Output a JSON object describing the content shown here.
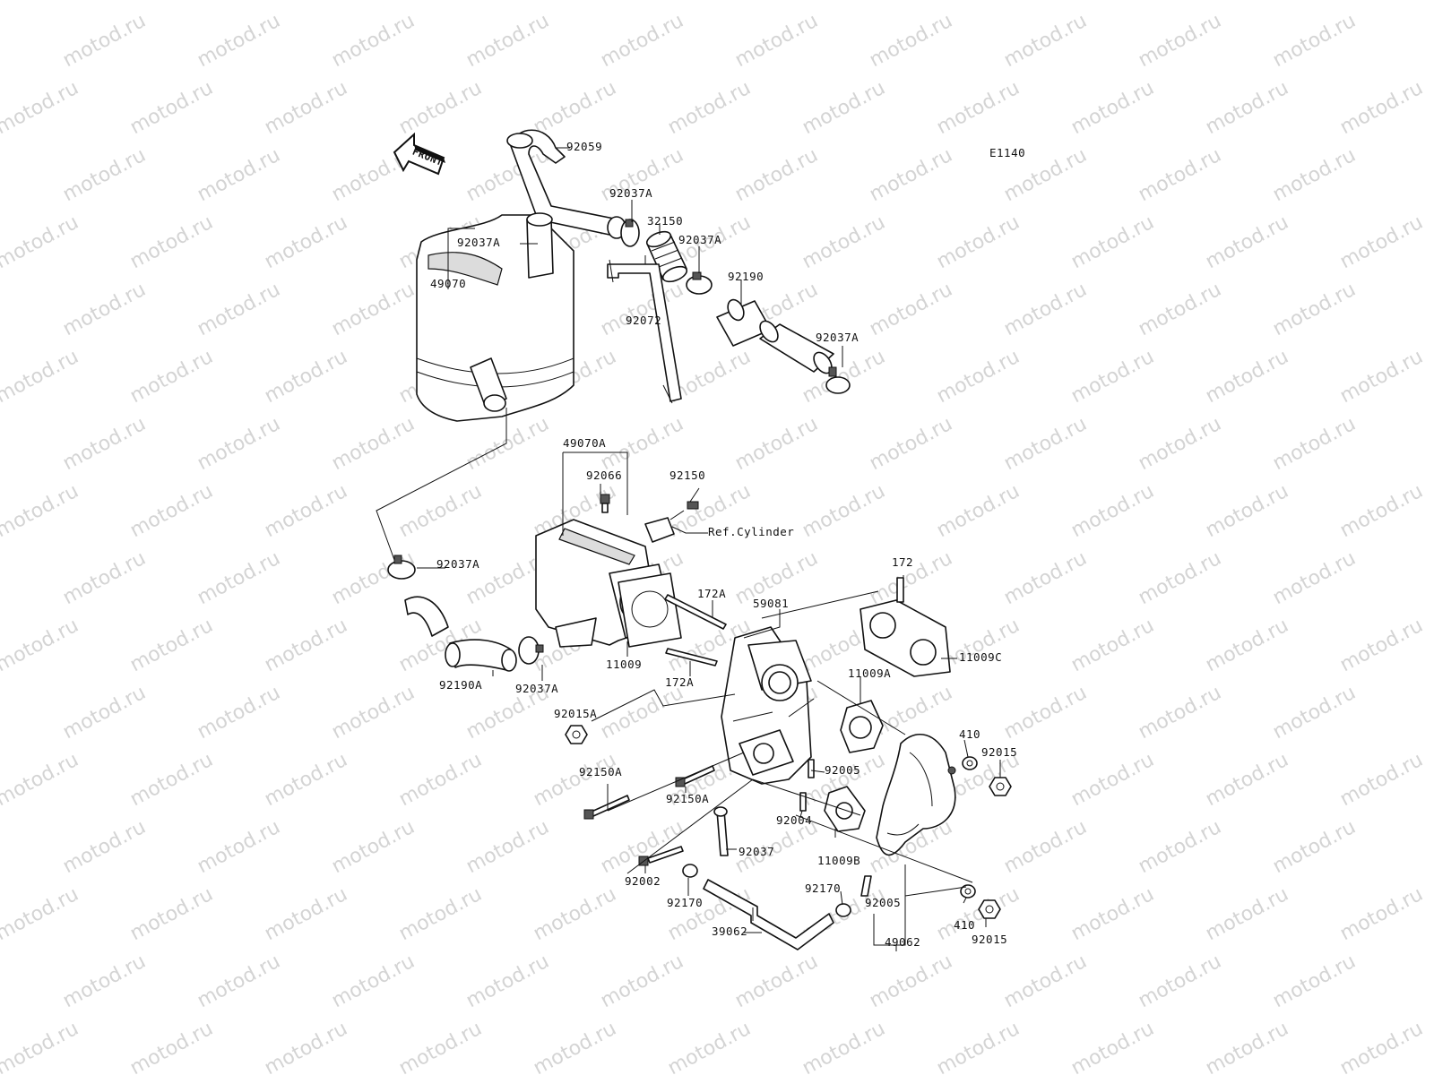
{
  "diagram_code": "E1140",
  "front_label": "FRONT",
  "watermark": "motod.ru",
  "labels": {
    "p92059": "92059",
    "p92037A_1": "92037A",
    "p32150": "32150",
    "p92037A_2": "92037A",
    "p92037A_left": "92037A",
    "p92190": "92190",
    "p49070": "49070",
    "p92072": "92072",
    "p92037A_3": "92037A",
    "p49070A": "49070A",
    "p92066": "92066",
    "p92150": "92150",
    "ref_cylinder": "Ref.Cylinder",
    "p92037A_4": "92037A",
    "p172": "172",
    "p172A_top": "172A",
    "p59081": "59081",
    "p11009": "11009",
    "p172A_bottom": "172A",
    "p11009C": "11009C",
    "p92190A": "92190A",
    "p92037A_5": "92037A",
    "p11009A": "11009A",
    "p92015A": "92015A",
    "p410_top": "410",
    "p92015_top": "92015",
    "p92005_top": "92005",
    "p92150A_left": "92150A",
    "p92150A_mid": "92150A",
    "p92004": "92004",
    "p92037": "92037",
    "p11009B": "11009B",
    "p92002": "92002",
    "p92170_left": "92170",
    "p92170_right": "92170",
    "p92005_bottom": "92005",
    "p410_bottom": "410",
    "p39062": "39062",
    "p49062": "49062",
    "p92015_bottom": "92015"
  }
}
